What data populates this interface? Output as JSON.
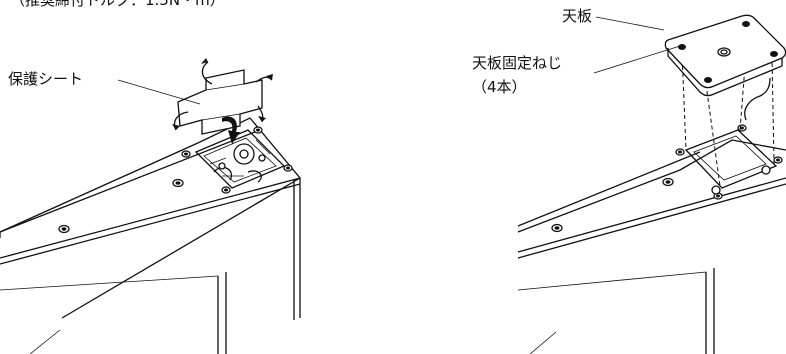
{
  "top_caption": "（推奨締付トルク：1.5N・m）",
  "labels": {
    "protection_sheet": "保護シート",
    "top_plate": "天板",
    "fixing_screws_line1": "天板固定ねじ",
    "fixing_screws_line2": "（4本）"
  }
}
